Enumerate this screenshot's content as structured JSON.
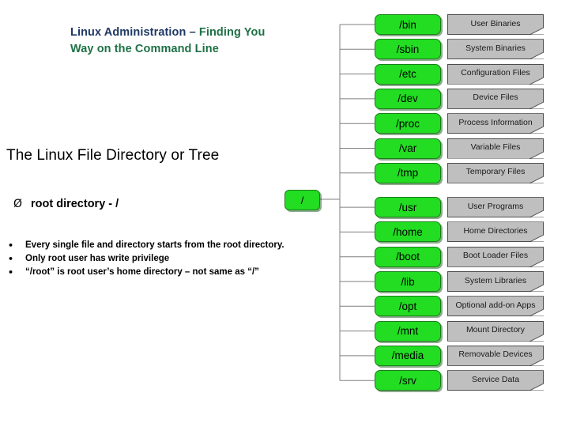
{
  "slide": {
    "title_line1_dark": "Linux Administration – ",
    "title_line1_green": "Finding You",
    "title_line2_green": "Way on the Command Line",
    "heading": "The Linux File Directory or Tree",
    "arrow_glyph": "Ø",
    "arrow_item": "root directory - /",
    "bullet_glyph": "•",
    "bullets": [
      "Every single file and directory starts from the root directory.",
      "Only root user has write privilege",
      "“/root” is root user’s home directory – not same as “/”"
    ]
  },
  "tree": {
    "root_label": "/",
    "colors": {
      "node_fill": "#22dd22",
      "node_border": "#1b7d1b",
      "desc_fill": "#bfbfbf",
      "desc_border": "#4d4d4d",
      "connector": "#7f7f7f",
      "title_dark": "#1F3864",
      "title_green": "#1E7145"
    },
    "nodes": [
      {
        "path": "/bin",
        "desc": "User Binaries"
      },
      {
        "path": "/sbin",
        "desc": "System Binaries"
      },
      {
        "path": "/etc",
        "desc": "Configuration Files"
      },
      {
        "path": "/dev",
        "desc": "Device Files"
      },
      {
        "path": "/proc",
        "desc": "Process Information"
      },
      {
        "path": "/var",
        "desc": "Variable Files"
      },
      {
        "path": "/tmp",
        "desc": "Temporary Files"
      },
      {
        "path": "/usr",
        "desc": "User Programs"
      },
      {
        "path": "/home",
        "desc": "Home Directories"
      },
      {
        "path": "/boot",
        "desc": "Boot Loader Files"
      },
      {
        "path": "/lib",
        "desc": "System Libraries"
      },
      {
        "path": "/opt",
        "desc": "Optional add-on Apps"
      },
      {
        "path": "/mnt",
        "desc": "Mount Directory"
      },
      {
        "path": "/media",
        "desc": "Removable Devices"
      },
      {
        "path": "/srv",
        "desc": "Service Data"
      }
    ]
  }
}
